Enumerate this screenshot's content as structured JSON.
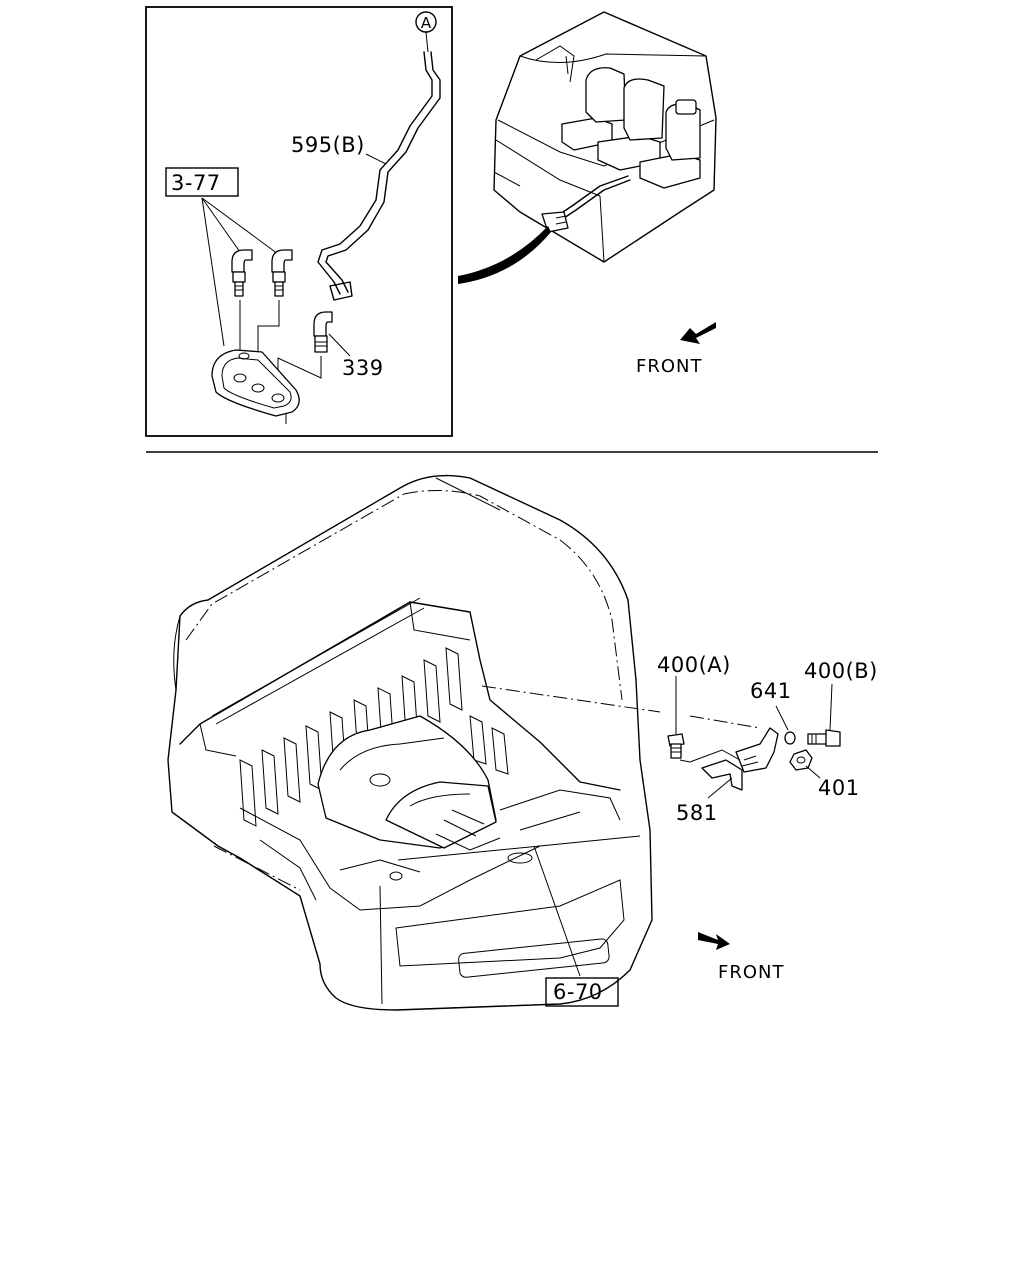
{
  "inset": {
    "ref_circle": "A",
    "label_hose": "595(B)",
    "label_group": "3-77",
    "label_grommet": "339",
    "front_label": "FRONT"
  },
  "main": {
    "label_bolt_a": "400(A)",
    "label_bolt_b": "400(B)",
    "label_washer": "641",
    "label_nut": "401",
    "label_bracket": "581",
    "label_floor_group": "6-70",
    "front_label": "FRONT"
  },
  "icons": {
    "front_arrow": "front-direction-arrow-icon",
    "ref_marker": "circled-reference-icon"
  }
}
